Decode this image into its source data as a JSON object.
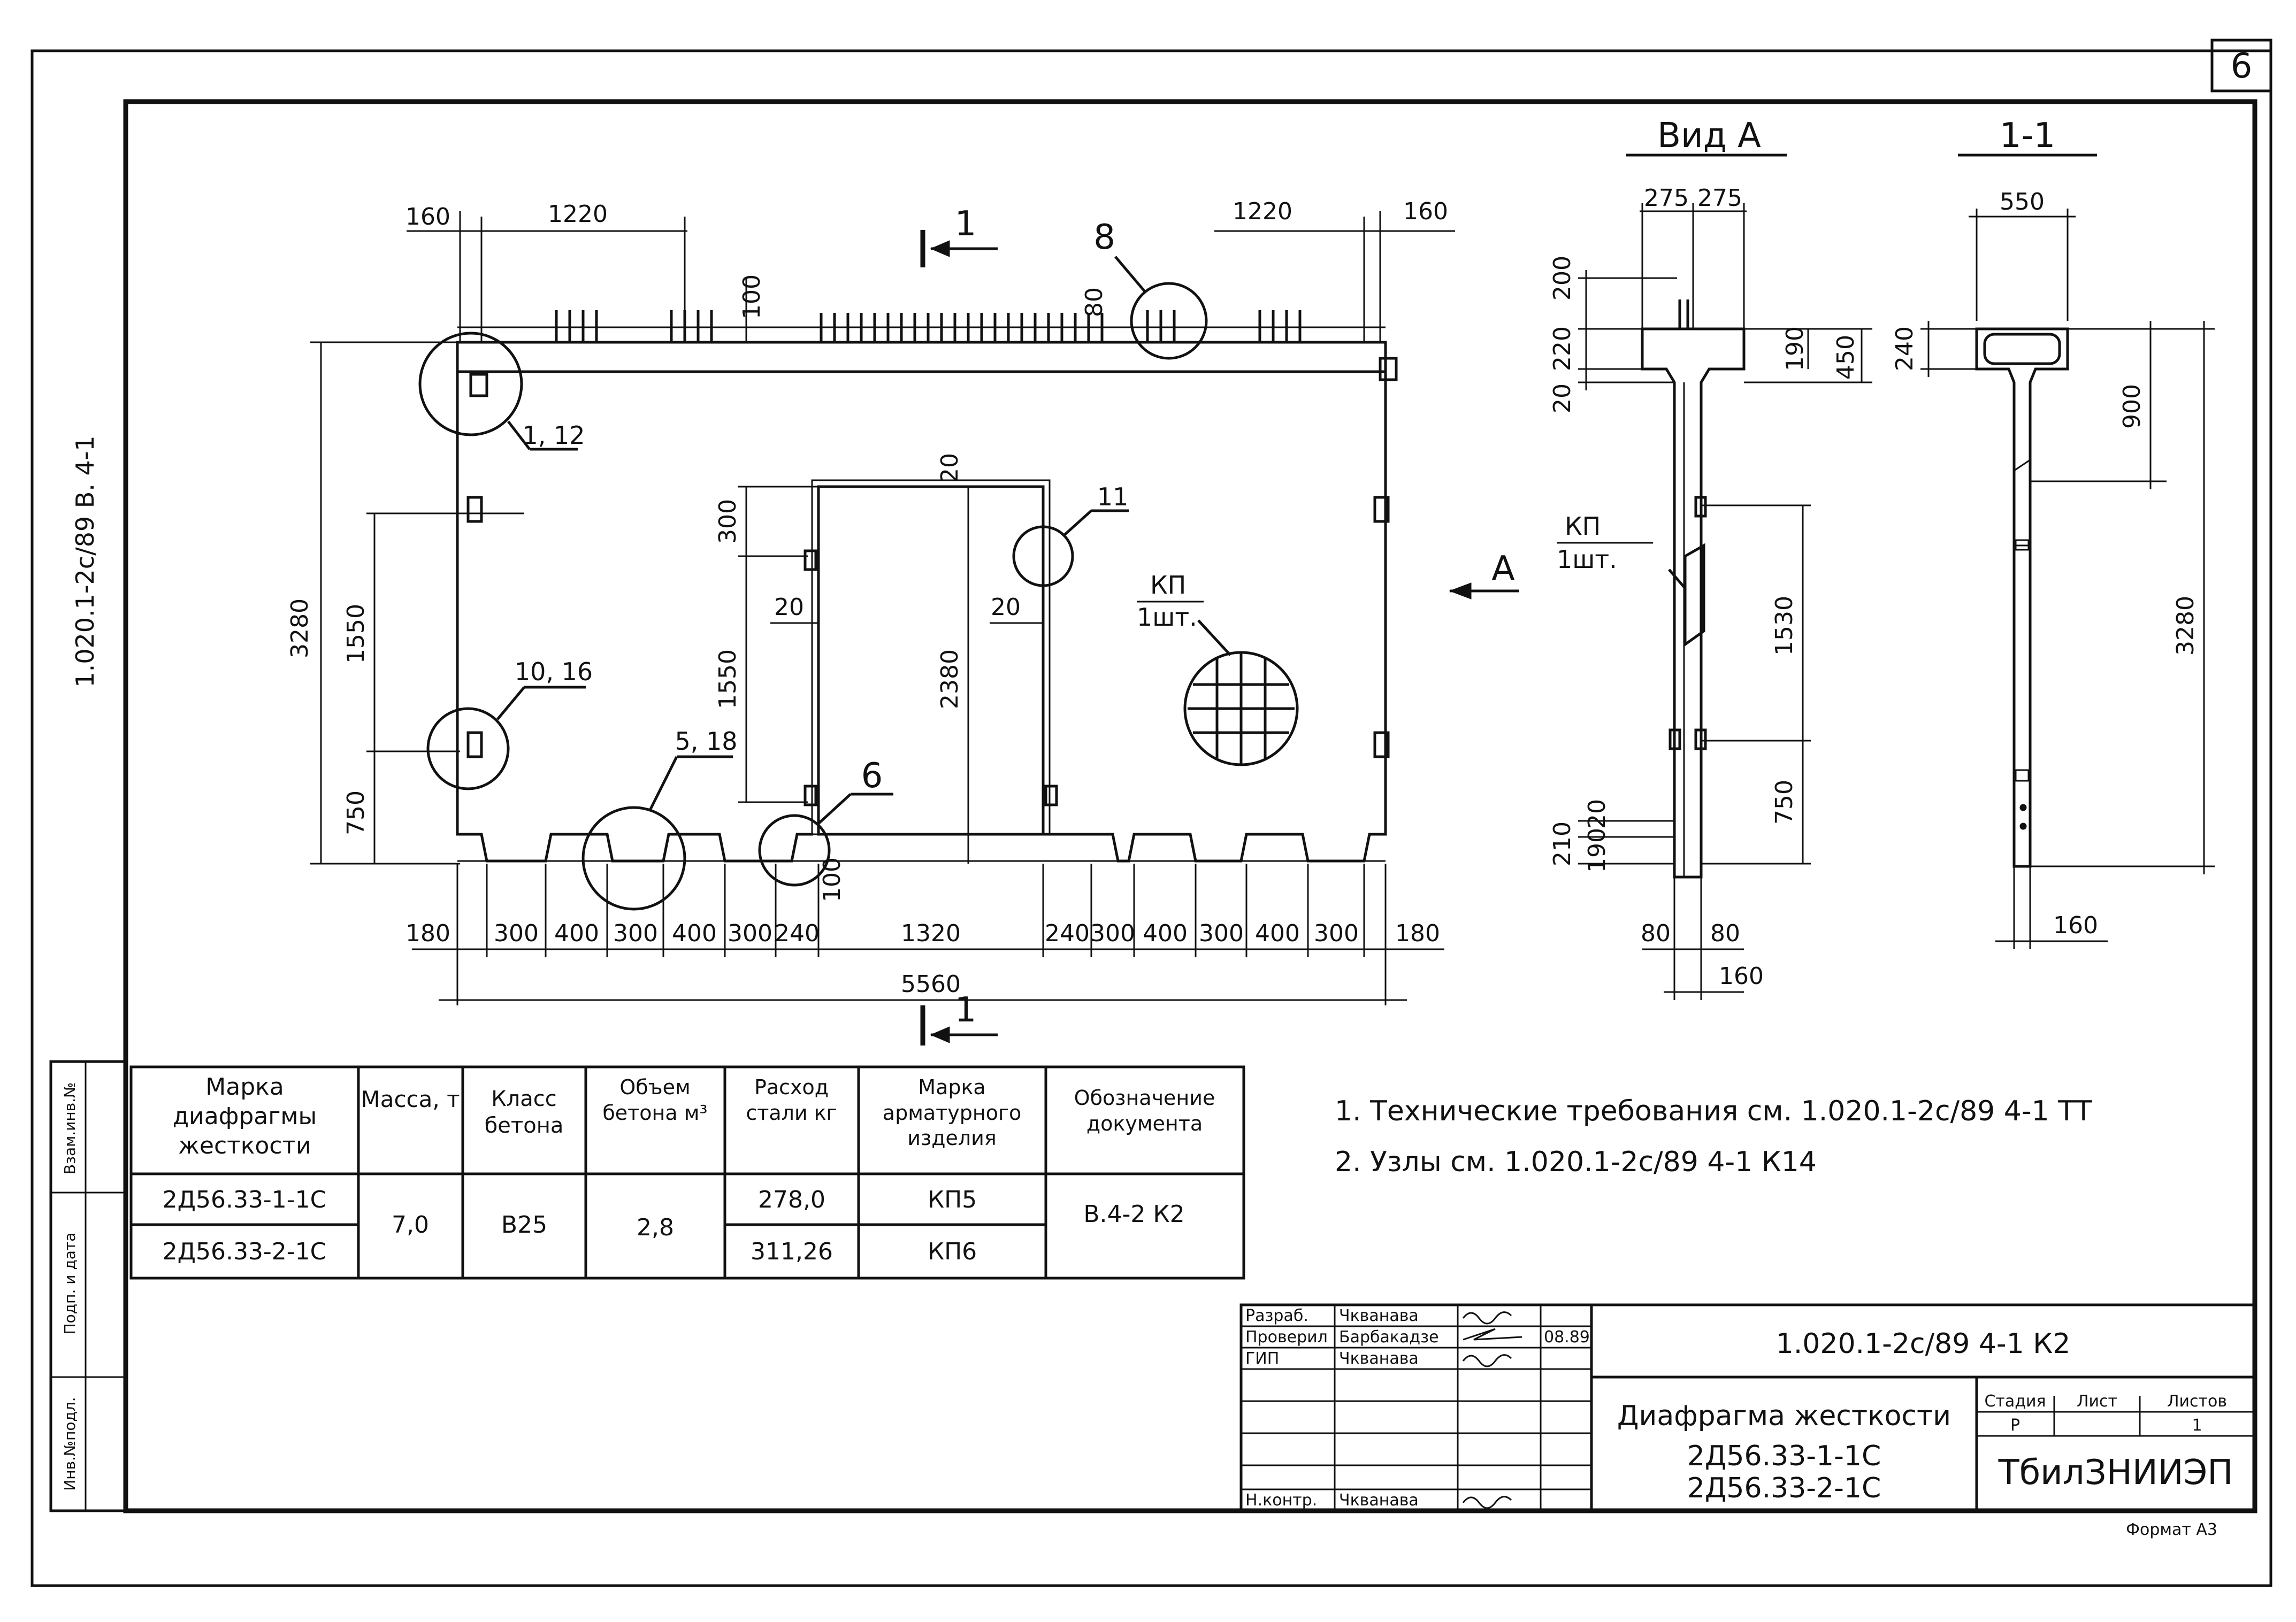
{
  "sheet_number": "6",
  "side_code": "1.020.1-2с/89 В. 4-1",
  "views": {
    "view_a_title": "Вид А",
    "section_title": "1-1",
    "section_marker": "1",
    "view_arrow": "А"
  },
  "front_dims": {
    "top_left": [
      "160",
      "1220"
    ],
    "top_right": [
      "1220",
      "160"
    ],
    "height_total": "3280",
    "height_upper": "1550",
    "height_lower": "750",
    "opening_top": "300",
    "opening_side": "1550",
    "opening_height": "2380",
    "edge_20_top": "20",
    "edge_20_left": "20",
    "edge_20_right": "20",
    "rib_100": "100",
    "rib_80": "80",
    "bottom_100": "100",
    "bottom_chain": [
      "180",
      "300",
      "400",
      "300",
      "400",
      "300",
      "240",
      "1320",
      "240",
      "300",
      "400",
      "300",
      "400",
      "300",
      "180"
    ],
    "total_width": "5560"
  },
  "callouts": {
    "c1_12": "1, 12",
    "c8": "8",
    "c11": "11",
    "c10_16": "10, 16",
    "c5_18": "5, 18",
    "c6": "6",
    "kp_label": "КП",
    "kp_qty": "1шт."
  },
  "view_a_dims": {
    "top_left": "275",
    "top_right": "275",
    "d200": "200",
    "d220": "220",
    "d20": "20",
    "d190": "190",
    "d450": "450",
    "d1530": "1530",
    "d750": "750",
    "d210": "210",
    "d190b": "190",
    "d20b": "20",
    "b80l": "80",
    "b80r": "80",
    "b160": "160",
    "kp_label": "КП",
    "kp_qty": "1шт."
  },
  "section_dims": {
    "width": "550",
    "d240": "240",
    "d900": "900",
    "height": "3280",
    "thickness": "160"
  },
  "spec_table": {
    "headers": [
      "Марка диафрагмы жесткости",
      "Масса, т",
      "Класс бетона",
      "Объем бетона м³",
      "Расход стали кг",
      "Марка арматурного изделия",
      "Обозначение документа"
    ],
    "rows": [
      {
        "mark": "2Д56.33-1-1С",
        "steel": "278,0",
        "product": "КП5"
      },
      {
        "mark": "2Д56.33-2-1С",
        "steel": "311,26",
        "product": "КП6"
      }
    ],
    "mass": "7,0",
    "concrete_class": "В25",
    "volume": "2,8",
    "document": "В.4-2 К2"
  },
  "notes": [
    "1. Технические требования см. 1.020.1-2с/89 4-1 ТТ",
    "2. Узлы см. 1.020.1-2с/89 4-1 К14"
  ],
  "left_strip": [
    "Взам.инв.№",
    "Подп. и дата",
    "Инв.№подл."
  ],
  "title_block": {
    "roles": [
      "Разраб.",
      "Проверил",
      "ГИП",
      "Н.контр."
    ],
    "names": [
      "Чкванава",
      "Барбакадзе",
      "Чкванава",
      "Чкванава"
    ],
    "date": "08.89",
    "code": "1.020.1-2с/89 4-1 К2",
    "title": "Диафрагма жесткости",
    "marks": [
      "2Д56.33-1-1С",
      "2Д56.33-2-1С"
    ],
    "stage_header": "Стадия",
    "sheet_header": "Лист",
    "sheets_header": "Листов",
    "stage": "Р",
    "sheets": "1",
    "org": "ТбилЗНИИЭП",
    "format": "Формат А3"
  }
}
